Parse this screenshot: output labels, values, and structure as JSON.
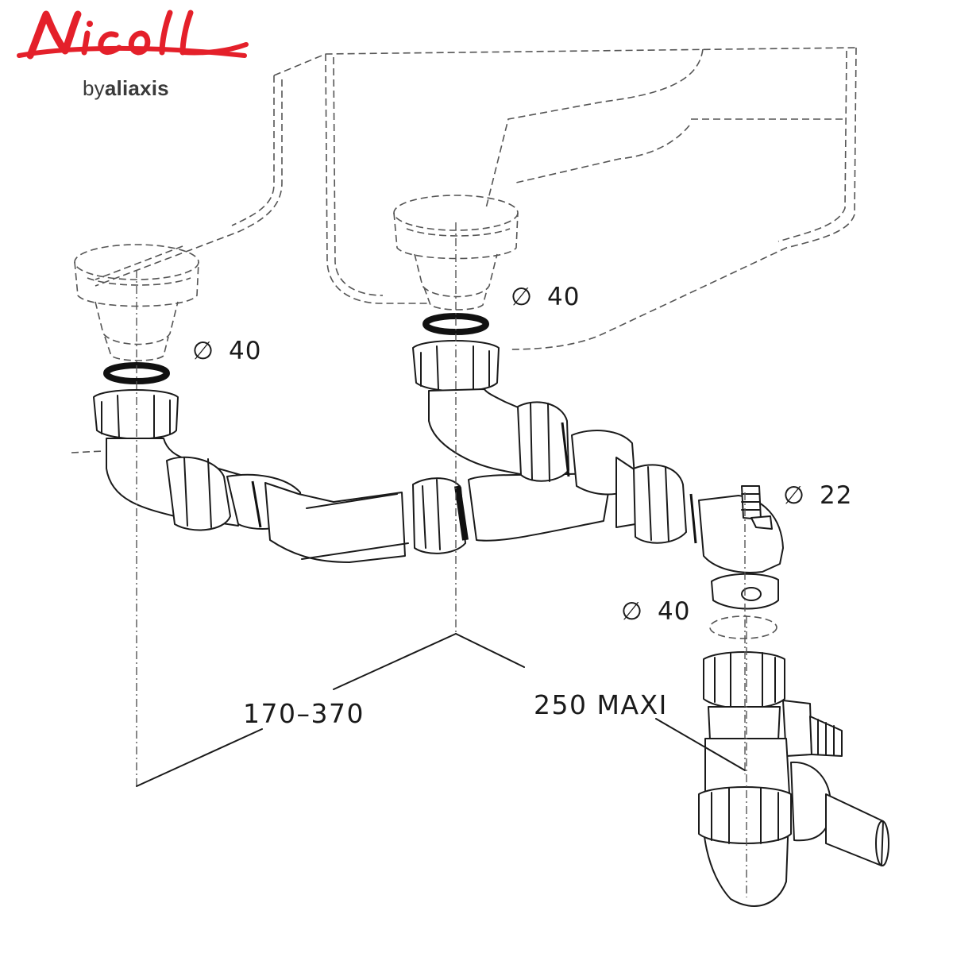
{
  "brand": {
    "logo_text": "Nicoll",
    "sub_prefix": "by",
    "sub_name": "aliaxis",
    "logo_color": "#e4202a"
  },
  "labels": {
    "diameter_symbol": "∅",
    "left_outlet": "40",
    "right_outlet": "40",
    "side_inlet": "22",
    "trap_inlet": "40"
  },
  "dimensions": {
    "left_span": "170–370",
    "right_span": "250 MAXI"
  },
  "colors": {
    "line": "#1a1a1a",
    "dashed": "#555555",
    "gasket": "#111111"
  }
}
